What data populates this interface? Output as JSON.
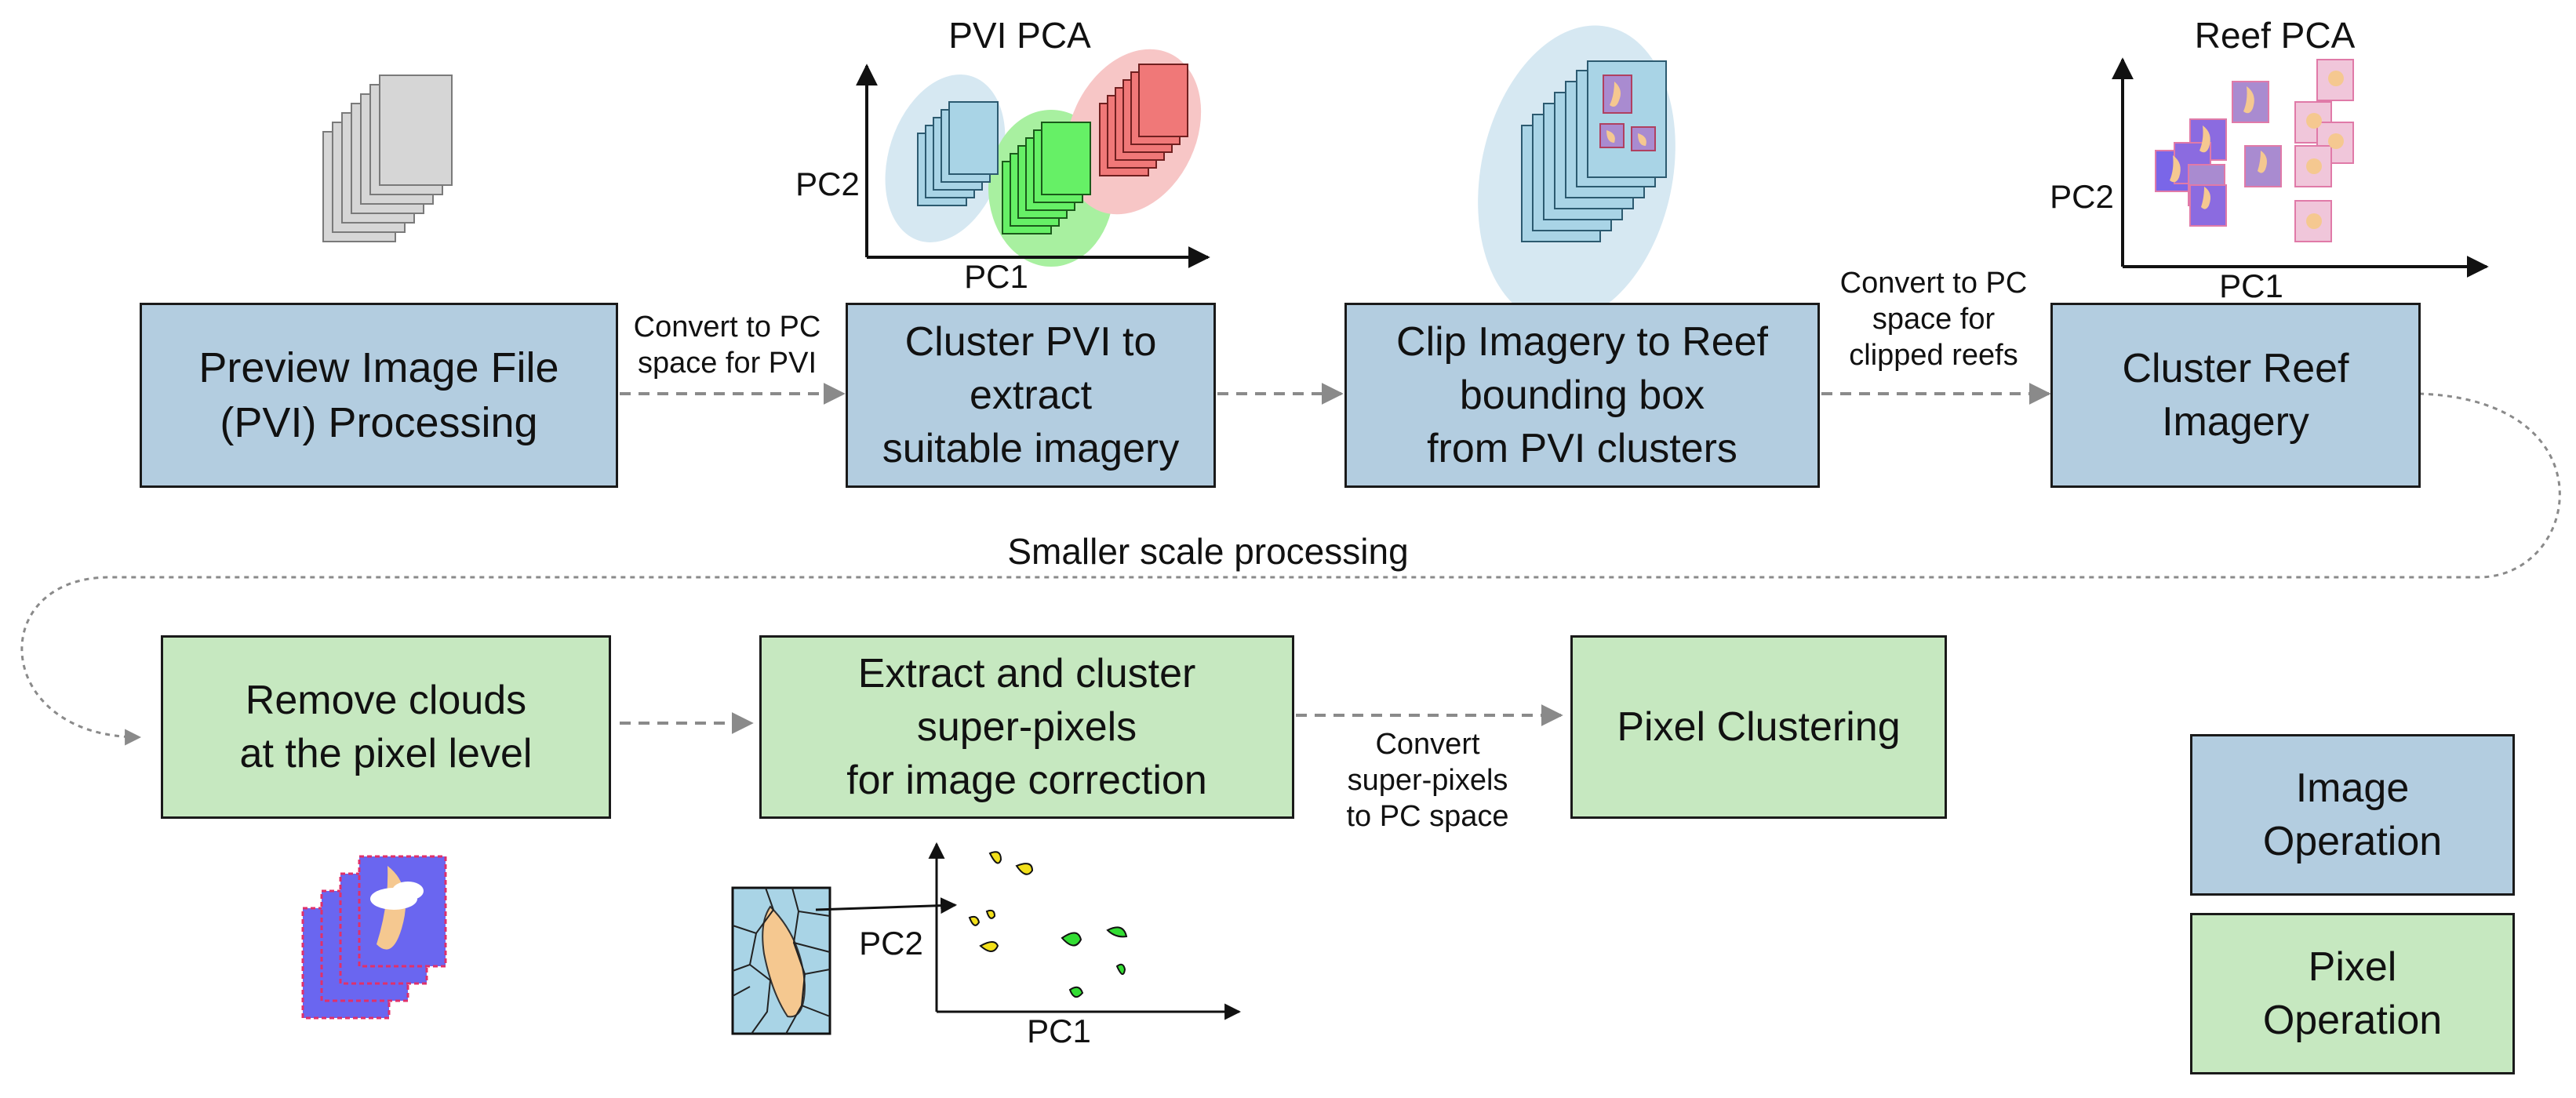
{
  "boxes": {
    "pvi_processing": "Preview Image File\n(PVI) Processing",
    "cluster_pvi": "Cluster PVI to\nextract\nsuitable imagery",
    "clip_imagery": "Clip Imagery to Reef\nbounding box\nfrom PVI clusters",
    "cluster_reef": "Cluster Reef\nImagery",
    "remove_clouds": "Remove clouds\nat the pixel level",
    "superpixels": "Extract and cluster\nsuper-pixels\nfor image correction",
    "pixel_clustering": "Pixel Clustering"
  },
  "arrow_labels": {
    "to_pc_pvi": "Convert to PC\nspace for PVI",
    "to_pc_reefs": "Convert to PC\nspace for\nclipped reefs",
    "to_pc_superpixels": "Convert\nsuper-pixels\nto PC space",
    "smaller_scale": "Smaller scale processing"
  },
  "plots": {
    "pvi_pca": {
      "title": "PVI PCA",
      "xlabel": "PC1",
      "ylabel": "PC2"
    },
    "reef_pca": {
      "title": "Reef PCA",
      "xlabel": "PC1",
      "ylabel": "PC2"
    },
    "superpixel_pca": {
      "xlabel": "PC1",
      "ylabel": "PC2"
    }
  },
  "legend": {
    "image_operation": "Image\nOperation",
    "pixel_operation": "Pixel\nOperation"
  },
  "colors": {
    "image_operation": "#b3cde0",
    "pixel_operation": "#c6e8c0",
    "connector": "#8a8a8a",
    "cluster_blue": "#a9d4e6",
    "cluster_green": "#66f066",
    "cluster_red": "#f07878",
    "reef_purple": "#9c78cc",
    "reef_pink": "#f0c6da",
    "reef_sand": "#f5c890"
  }
}
